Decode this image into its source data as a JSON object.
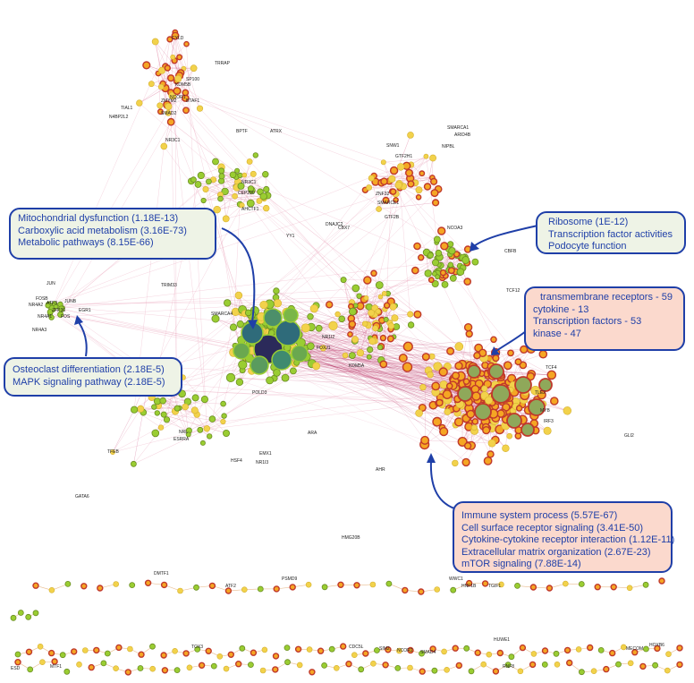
{
  "colors": {
    "green_node": "#9acd32",
    "green_stroke": "#6b8e23",
    "yellow_node": "#f2d24b",
    "orange_node": "#f5a623",
    "orange_stroke": "#c0392b",
    "dark_center": "#2b2a5a",
    "teal_center": "#2f6b7a",
    "edge": "#e8a0b8",
    "box_border": "#1f3fa8",
    "box_text": "#1f3fa8",
    "green_box_bg": "#eef3e6",
    "pink_box_bg": "#fbd9cd"
  },
  "annotations": {
    "mitochondrial": [
      "Mitochondrial dysfunction  (1.18E-13)",
      "Carboxylic acid metabolism (3.16E-73)",
      "Metabolic pathways (8.15E-66)"
    ],
    "ribosome": [
      "Ribosome (1E-12)",
      "Transcription factor activities",
      "Podocyte function"
    ],
    "receptors": [
      "transmembrane receptors - 59",
      "cytokine - 13",
      "Transcription factors - 53",
      "kinase - 47"
    ],
    "osteoclast": [
      "Osteoclast differentiation (2.18E-5)",
      "MAPK signaling pathway (2.18E-5)"
    ],
    "immune": [
      "Immune system process (5.57E-67)",
      "Cell surface receptor signaling (3.41E-50)",
      "Cytokine-cytokine receptor interaction (1.12E-11)",
      "Extracellular matrix organization (2.67E-23)",
      "mTOR signaling (7.88E-14)"
    ]
  },
  "node_labels": [
    {
      "text": "CYLD",
      "kind": "orange"
    },
    {
      "text": "TRRAP",
      "kind": "orange"
    },
    {
      "text": "SP100",
      "kind": "orange"
    },
    {
      "text": "KDM5B",
      "kind": "orange"
    },
    {
      "text": "ZMYM2",
      "kind": "yellow"
    },
    {
      "text": "NCOR1",
      "kind": "orange"
    },
    {
      "text": "BTAF1",
      "kind": "orange"
    },
    {
      "text": "SMAD2",
      "kind": "orange"
    },
    {
      "text": "TIAL1",
      "kind": "yellow"
    },
    {
      "text": "N4BP2L2",
      "kind": "yellow"
    },
    {
      "text": "NR3C1",
      "kind": "orange"
    },
    {
      "text": "BPTF",
      "kind": "yellow"
    },
    {
      "text": "ATRX",
      "kind": "yellow"
    },
    {
      "text": "SMARCA1",
      "kind": "yellow"
    },
    {
      "text": "ARID4B",
      "kind": "yellow"
    },
    {
      "text": "NIPBL",
      "kind": "yellow"
    },
    {
      "text": "SNW1",
      "kind": "yellow"
    },
    {
      "text": "GTF2H1",
      "kind": "yellow"
    },
    {
      "text": "NR3C1",
      "kind": "green"
    },
    {
      "text": "CEP290",
      "kind": "green"
    },
    {
      "text": "AHCTF1",
      "kind": "green"
    },
    {
      "text": "ZNF32",
      "kind": "orange"
    },
    {
      "text": "SMARCE1",
      "kind": "yellow"
    },
    {
      "text": "GTF2B",
      "kind": "yellow"
    },
    {
      "text": "CBX7",
      "kind": "yellow"
    },
    {
      "text": "YY1",
      "kind": "yellow"
    },
    {
      "text": "DNAJC2",
      "kind": "yellow"
    },
    {
      "text": "CBFB",
      "kind": "orange"
    },
    {
      "text": "NCOA3",
      "kind": "green"
    },
    {
      "text": "JUN",
      "kind": "green"
    },
    {
      "text": "FOSB",
      "kind": "green"
    },
    {
      "text": "ATF3",
      "kind": "green"
    },
    {
      "text": "JUNB",
      "kind": "green"
    },
    {
      "text": "NR4A2",
      "kind": "green"
    },
    {
      "text": "ZFP36",
      "kind": "green"
    },
    {
      "text": "EGR1",
      "kind": "green"
    },
    {
      "text": "NR4A1",
      "kind": "green"
    },
    {
      "text": "FOS",
      "kind": "green"
    },
    {
      "text": "NR4A3",
      "kind": "green"
    },
    {
      "text": "TRIM33",
      "kind": "yellow"
    },
    {
      "text": "SMARCA4",
      "kind": "yellow"
    },
    {
      "text": "POLD3",
      "kind": "green"
    },
    {
      "text": "TCF12",
      "kind": "orange"
    },
    {
      "text": "SOX4",
      "kind": "orange"
    },
    {
      "text": "TLE2",
      "kind": "orange"
    },
    {
      "text": "GLI2",
      "kind": "orange"
    },
    {
      "text": "NRL",
      "kind": "yellow"
    },
    {
      "text": "ESRRA",
      "kind": "yellow"
    },
    {
      "text": "TFEB",
      "kind": "yellow"
    },
    {
      "text": "HSF4",
      "kind": "green"
    },
    {
      "text": "GATA6",
      "kind": "green"
    },
    {
      "text": "EMX1",
      "kind": "green"
    },
    {
      "text": "NR1I3",
      "kind": "green"
    },
    {
      "text": "ARA",
      "kind": "green"
    },
    {
      "text": "AHR",
      "kind": "orange"
    },
    {
      "text": "HMG20B",
      "kind": "yellow"
    },
    {
      "text": "DMTF1",
      "kind": "orange"
    },
    {
      "text": "ATF2",
      "kind": "orange"
    },
    {
      "text": "PSMD9",
      "kind": "orange"
    },
    {
      "text": "WWC1",
      "kind": "orange"
    },
    {
      "text": "HNF1B",
      "kind": "orange"
    },
    {
      "text": "TGIF1",
      "kind": "orange"
    },
    {
      "text": "TOX3",
      "kind": "green"
    },
    {
      "text": "CDC5L",
      "kind": "yellow"
    },
    {
      "text": "SIM2",
      "kind": "yellow"
    },
    {
      "text": "NCOR2",
      "kind": "yellow"
    },
    {
      "text": "SMAD4",
      "kind": "yellow"
    },
    {
      "text": "HUWE1",
      "kind": "orange"
    },
    {
      "text": "HOXB6",
      "kind": "orange"
    },
    {
      "text": "MECOM",
      "kind": "orange"
    },
    {
      "text": "RNF8",
      "kind": "orange"
    },
    {
      "text": "ESD",
      "kind": "orange"
    },
    {
      "text": "MTF1",
      "kind": "orange"
    },
    {
      "text": "NR1I2",
      "kind": "green"
    },
    {
      "text": "FOXJ1",
      "kind": "green"
    },
    {
      "text": "KDM5A",
      "kind": "green"
    },
    {
      "text": "TCF4",
      "kind": "orange"
    },
    {
      "text": "MYB",
      "kind": "orange"
    },
    {
      "text": "IRF3",
      "kind": "orange"
    }
  ]
}
